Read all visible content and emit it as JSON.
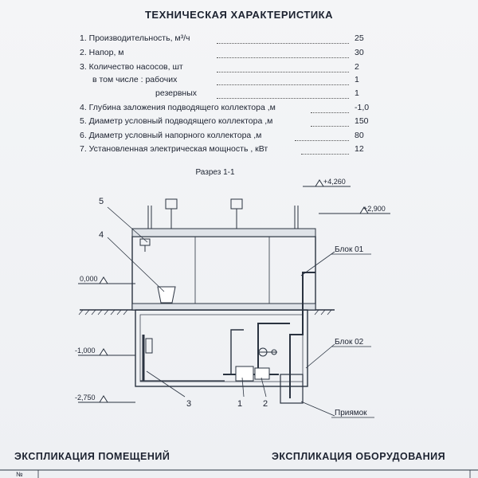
{
  "title": "ТЕХНИЧЕСКАЯ ХАРАКТЕРИСТИКА",
  "specs": [
    {
      "label": "1. Производительность, м³/ч",
      "value": "25"
    },
    {
      "label": "2. Напор, м",
      "value": "30"
    },
    {
      "label": "3. Количество насосов, шт",
      "value": "2"
    },
    {
      "label": "в том числе : рабочих",
      "value": "1"
    },
    {
      "label": "резервных",
      "value": "1"
    },
    {
      "label": "4. Глубина заложения подводящего коллектора ,м",
      "value": "-1,0"
    },
    {
      "label": "5. Диаметр условный подводящего коллектора ,м",
      "value": "150"
    },
    {
      "label": "6. Диаметр условный напорного коллектора ,м",
      "value": "80"
    },
    {
      "label": "7. Установленная электрическая мощность , кВт",
      "value": "12"
    }
  ],
  "section": {
    "title": "Разрез 1-1"
  },
  "elevations": {
    "top": "+4,260",
    "roof": "+2,900",
    "ground": "0,000",
    "mid": "-1,000",
    "bottom": "-2,750"
  },
  "callouts": {
    "n5": "5",
    "n4": "4",
    "n3": "3",
    "n1": "1",
    "n2": "2",
    "block01": "Блок 01",
    "block02": "Блок 02",
    "pit": "Приямок"
  },
  "footer": {
    "rooms": "ЭКСПЛИКАЦИЯ ПОМЕЩЕНИЙ",
    "equipment": "ЭКСПЛИКАЦИЯ ОБОРУДОВАНИЯ",
    "no": "№"
  }
}
